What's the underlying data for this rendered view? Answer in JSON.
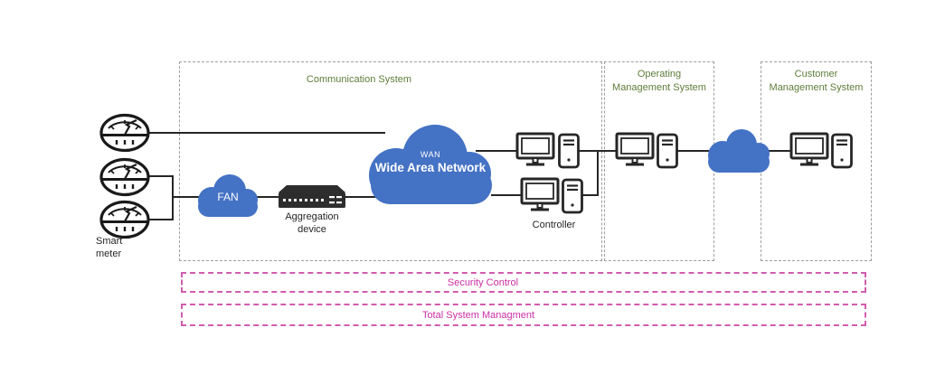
{
  "zones": {
    "communication": {
      "label": "Communication System"
    },
    "operating": {
      "label": "Operating Management System"
    },
    "customer": {
      "label": "Customer Management System"
    }
  },
  "overlays": {
    "security": {
      "label": "Security Control"
    },
    "total": {
      "label": "Total System Managment"
    }
  },
  "nodes": {
    "smart_meter": {
      "label": "Smart meter",
      "count": 3
    },
    "fan_cloud": {
      "label": "FAN"
    },
    "aggregation_device": {
      "label": "Aggregation device"
    },
    "wan_cloud": {
      "abbr": "WAN",
      "full": "Wide Area Network"
    },
    "controller": {
      "label": "Controller"
    }
  },
  "colors": {
    "cloud_blue": "#4472C4",
    "zone_label_green": "#5e7c39",
    "overlay_pink": "#cb2fa3",
    "line_dark": "#262626",
    "dashed_gray": "#9e9e9e",
    "dashed_pink": "#d15cae"
  }
}
